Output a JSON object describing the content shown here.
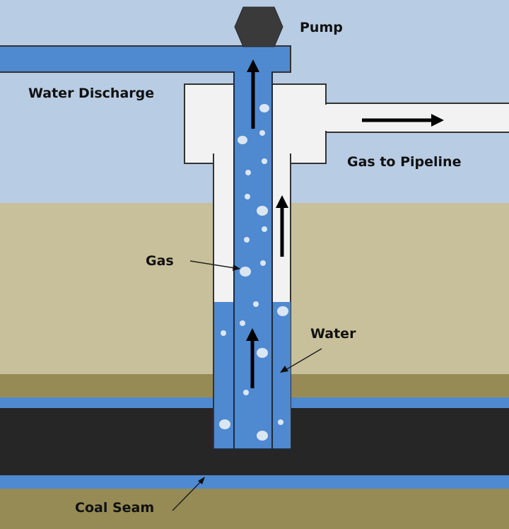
{
  "title": "Coalbed methane well diagram",
  "labels": {
    "pump": "Pump",
    "water_discharge": "Water Discharge",
    "gas_to_pipeline": "Gas to Pipeline",
    "gas": "Gas",
    "water": "Water",
    "coal_seam": "Coal Seam"
  },
  "colors": {
    "sky": "#b8cce4",
    "overburden": "#c8c09a",
    "olive_layer": "#968b55",
    "water": "#4f89d0",
    "coal": "#262626",
    "casing": "#f2f2f2",
    "pump": "#3a3a3a",
    "bubble": "#dbe6f3",
    "arrow": "#000000"
  },
  "flow_arrows": [
    {
      "name": "water-up-arrow-top",
      "direction": "up"
    },
    {
      "name": "gas-up-arrow-annulus",
      "direction": "up"
    },
    {
      "name": "water-up-arrow-bottom",
      "direction": "up"
    },
    {
      "name": "gas-right-arrow-pipeline",
      "direction": "right"
    }
  ]
}
